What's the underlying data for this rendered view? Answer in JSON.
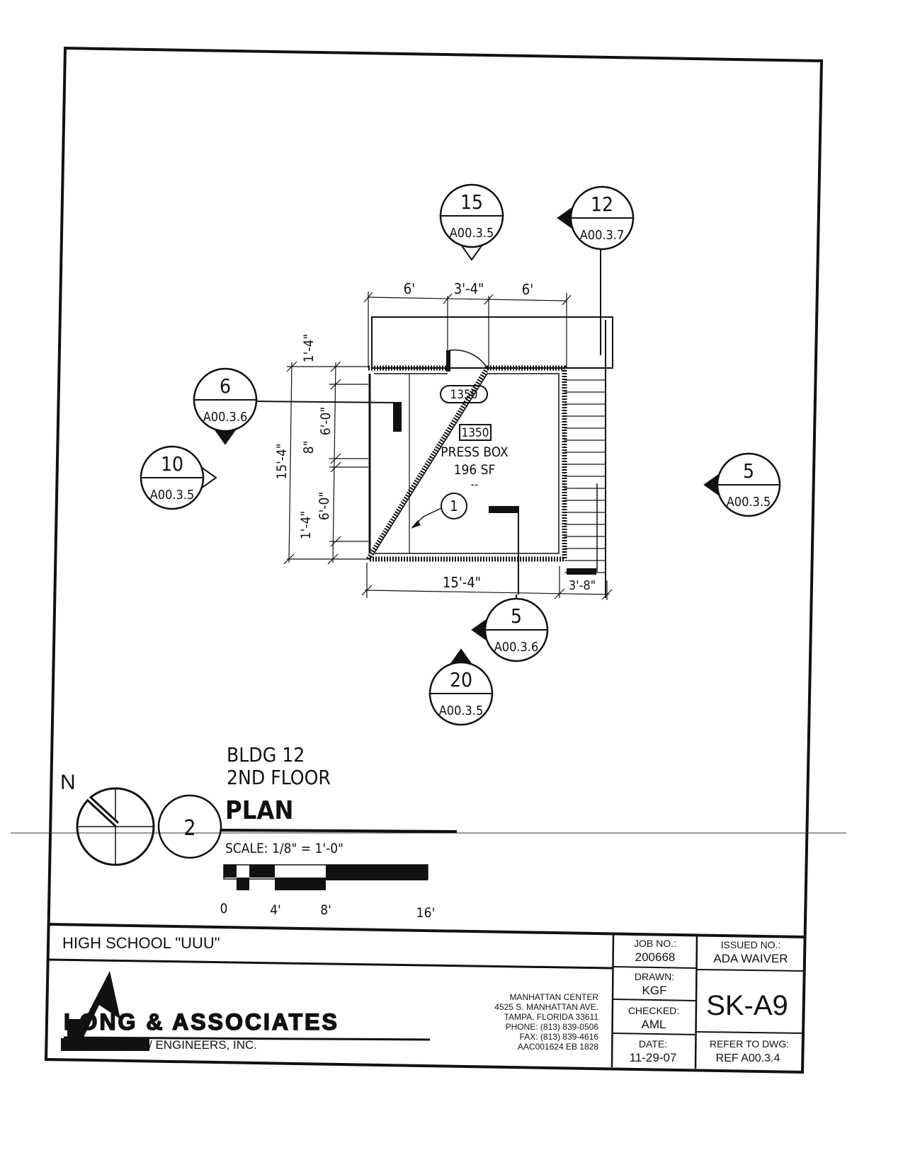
{
  "plan": {
    "dims_top": [
      "6'",
      "3'-4\"",
      "6'"
    ],
    "dims_left": [
      "1'-4\"",
      "6'-0\"",
      "8\"",
      "6'-0\"",
      "1'-4\"",
      "15'-4\""
    ],
    "dim_bottom": "15'-4\"",
    "dim_stair": "3'-8\"",
    "room_tag_oval": "1350",
    "room_number": "1350",
    "room_name": "PRESS BOX",
    "room_area": "196 SF",
    "room_dash": "--",
    "keynote": "1"
  },
  "section_tags": [
    {
      "num": "15",
      "ref": "A00.3.5"
    },
    {
      "num": "12",
      "ref": "A00.3.7"
    },
    {
      "num": "6",
      "ref": "A00.3.6"
    },
    {
      "num": "10",
      "ref": "A00.3.5"
    },
    {
      "num": "5",
      "ref": "A00.3.5"
    },
    {
      "num": "5",
      "ref": "A00.3.6"
    },
    {
      "num": "20",
      "ref": "A00.3.5"
    }
  ],
  "drawing_title": {
    "north": "N",
    "number": "2",
    "line1": "BLDG 12",
    "line2": "2ND FLOOR",
    "line3": "PLAN",
    "scale": "SCALE:  1/8\" = 1'-0\"",
    "scale_ticks": [
      "0",
      "4'",
      "8'",
      "16'"
    ]
  },
  "title_block": {
    "project": "HIGH SCHOOL \"UUU\"",
    "firm_name": "LONG & ASSOCIATES",
    "firm_sub1": "ARCHITECTS",
    "firm_sub2": "/ ENGINEERS, INC.",
    "address": [
      "MANHATTAN CENTER",
      "4525 S. MANHATTAN AVE.",
      "TAMPA, FLORIDA 33611",
      "PHONE:  (813) 839-0506",
      "FAX:      (813) 839-4616",
      "AAC001624    EB 1828"
    ],
    "job_label": "JOB NO.:",
    "job_value": "200668",
    "drawn_label": "DRAWN:",
    "drawn_value": "KGF",
    "checked_label": "CHECKED:",
    "checked_value": "AML",
    "date_label": "DATE:",
    "date_value": "11-29-07",
    "issued_label": "ISSUED NO.:",
    "issued_value": "ADA WAIVER",
    "sheet": "SK-A9",
    "refer_label": "REFER TO DWG:",
    "refer_value": "REF A00.3.4"
  }
}
